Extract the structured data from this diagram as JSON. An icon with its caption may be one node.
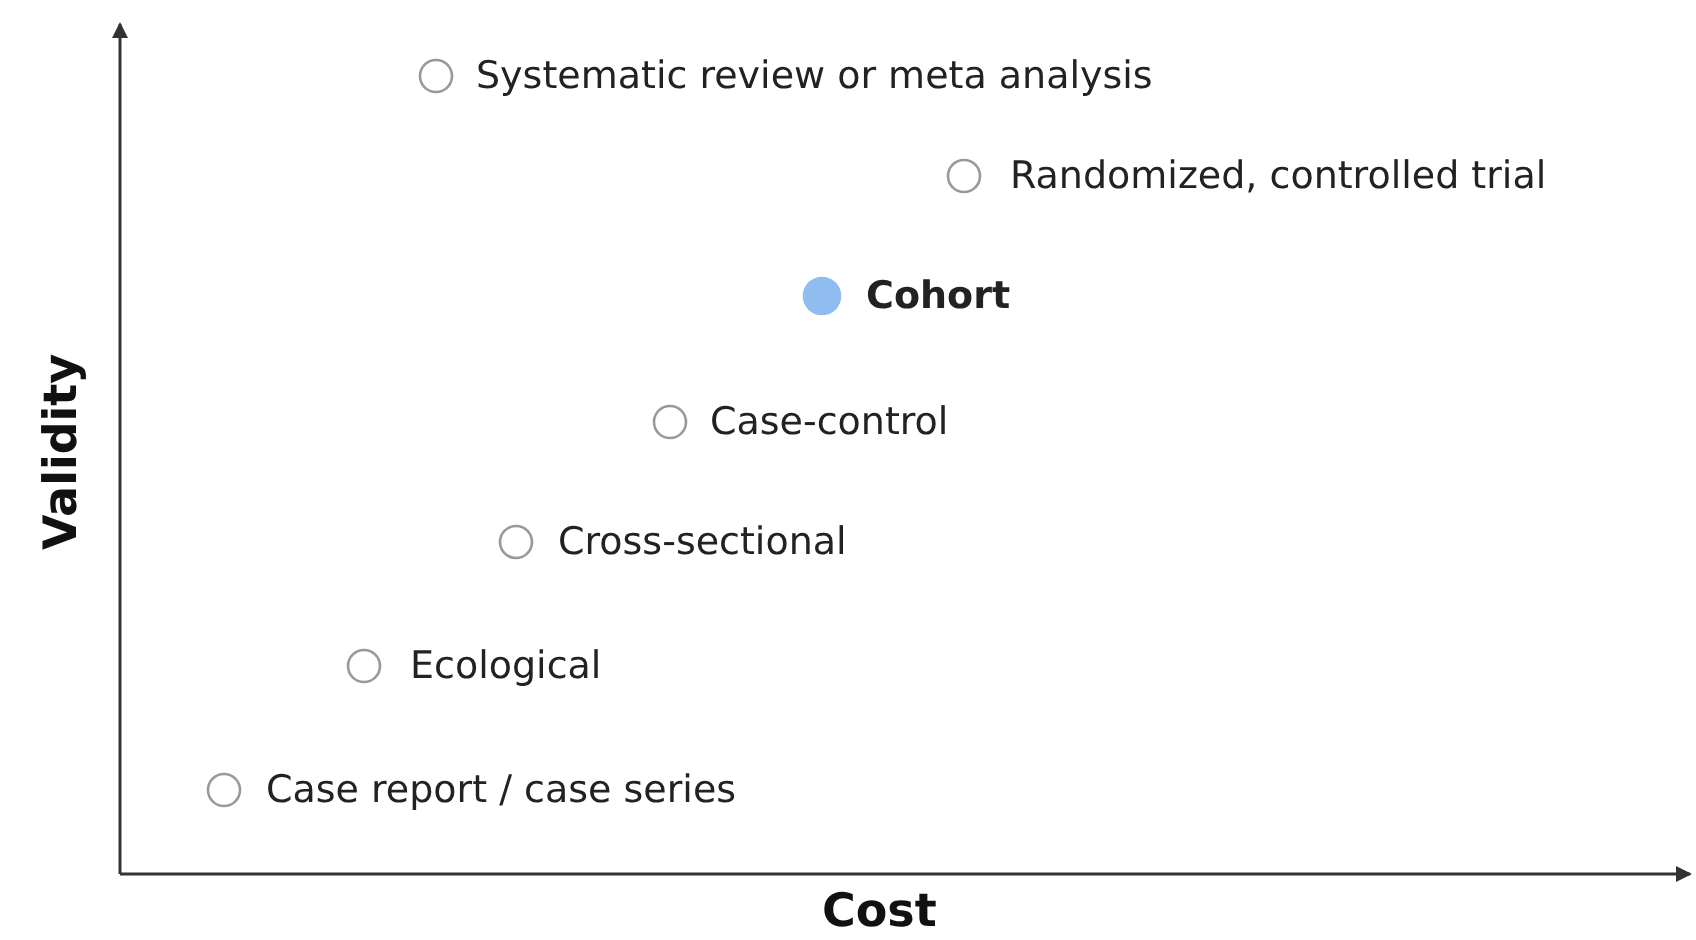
{
  "diagram": {
    "labels": [
      "Systematic review or meta analysis",
      "Randomized, controlled trial",
      "Cohort",
      "Case-control",
      "Cross-sectional",
      "Ecological",
      "Case report / case series",
      "Validity",
      "Cost"
    ]
  }
}
